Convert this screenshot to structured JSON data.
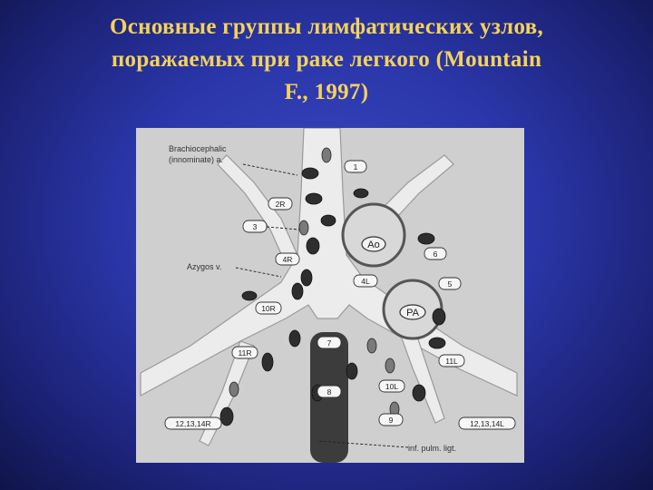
{
  "slide": {
    "title_lines": [
      "Основные группы лимфатических узлов,",
      "поражаемых при раке легкого (Mountain",
      "F., 1997)"
    ]
  },
  "figure": {
    "labels": {
      "brachiocephalic_line1": "Brachiocephalic",
      "brachiocephalic_line2": "(innominate) a.",
      "azygos": "Azygos v.",
      "int_pulm_ligt": "inf. pulm. ligt."
    },
    "vessels": {
      "aorta": "Ao",
      "pulmonary_artery": "PA"
    },
    "stations": {
      "s1": "1",
      "s2r": "2R",
      "s3": "3",
      "s4r": "4R",
      "s4l": "4L",
      "s5": "5",
      "s6": "6",
      "s7": "7",
      "s8": "8",
      "s9": "9",
      "s10r": "10R",
      "s10l": "10L",
      "s11r": "11R",
      "s11l": "11L",
      "s12r": "12,13,14R",
      "s12l": "12,13,14L"
    }
  }
}
